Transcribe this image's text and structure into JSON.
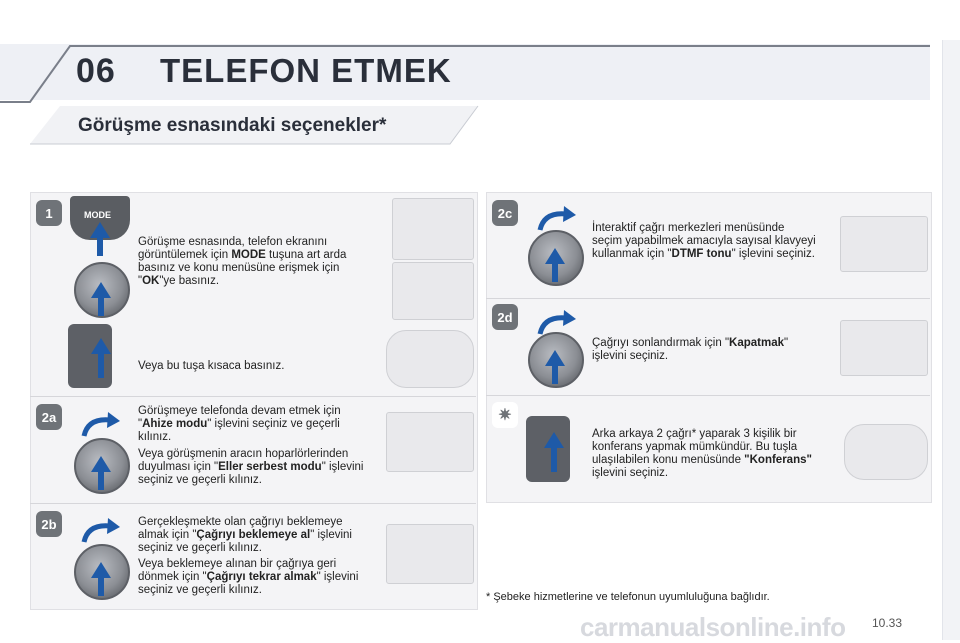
{
  "header": {
    "number": "06",
    "title": "TELEFON ETMEK"
  },
  "subtitle": "Görüşme esnasındaki seçenekler*",
  "steps": {
    "s1": {
      "badge": "1",
      "mode_key": "MODE",
      "para1": [
        "Görüşme esnasında, telefon ekranını görüntülemek için ",
        "MODE",
        " tuşuna art arda basınız ve konu menüsüne erişmek için \"",
        "OK",
        "\"ye basınız."
      ],
      "para2": "Veya bu tuşa kısaca basınız."
    },
    "s2a": {
      "badge": "2a",
      "para1": [
        "Görüşmeye telefonda devam etmek için \"",
        "Ahize modu",
        "\" işlevini seçiniz ve geçerli kılınız."
      ],
      "para2": [
        "Veya görüşmenin aracın hoparlörlerinden duyulması için \"",
        "Eller serbest modu",
        "\" işlevini seçiniz ve geçerli kılınız."
      ]
    },
    "s2b": {
      "badge": "2b",
      "para1": [
        "Gerçekleşmekte olan çağrıyı beklemeye almak için \"",
        "Çağrıyı beklemeye al",
        "\" işlevini seçiniz ve geçerli kılınız."
      ],
      "para2": [
        "Veya beklemeye alınan bir çağrıya geri dönmek için \"",
        "Çağrıyı tekrar almak",
        "\" işlevini seçiniz ve geçerli kılınız."
      ]
    },
    "s2c": {
      "badge": "2c",
      "para1": [
        "İnteraktif çağrı merkezleri menüsünde seçim yapabilmek amacıyla sayısal klavyeyi kullanmak için \"",
        "DTMF tonu",
        "\" işlevini seçiniz."
      ]
    },
    "s2d": {
      "badge": "2d",
      "para1": [
        "Çağrıyı sonlandırmak için \"",
        "Kapatmak",
        "\" işlevini seçiniz."
      ]
    },
    "s3": {
      "icon": "sun-icon",
      "para1": [
        "Arka arkaya 2 çağrı* yaparak 3 kişilik bir konferans yapmak mümkündür. Bu tuşla ulaşılabilen konu menüsünde ",
        "\"Konferans\"",
        " işlevini seçiniz."
      ]
    }
  },
  "footnote": "* Şebeke hizmetlerine ve telefonun uyumluluğuna bağlıdır.",
  "page_number": "10.33",
  "watermark": "carmanualsonline.info",
  "colors": {
    "accent": "#1e5aa8",
    "title": "#2a2f3a",
    "badge": "#6f7378"
  }
}
